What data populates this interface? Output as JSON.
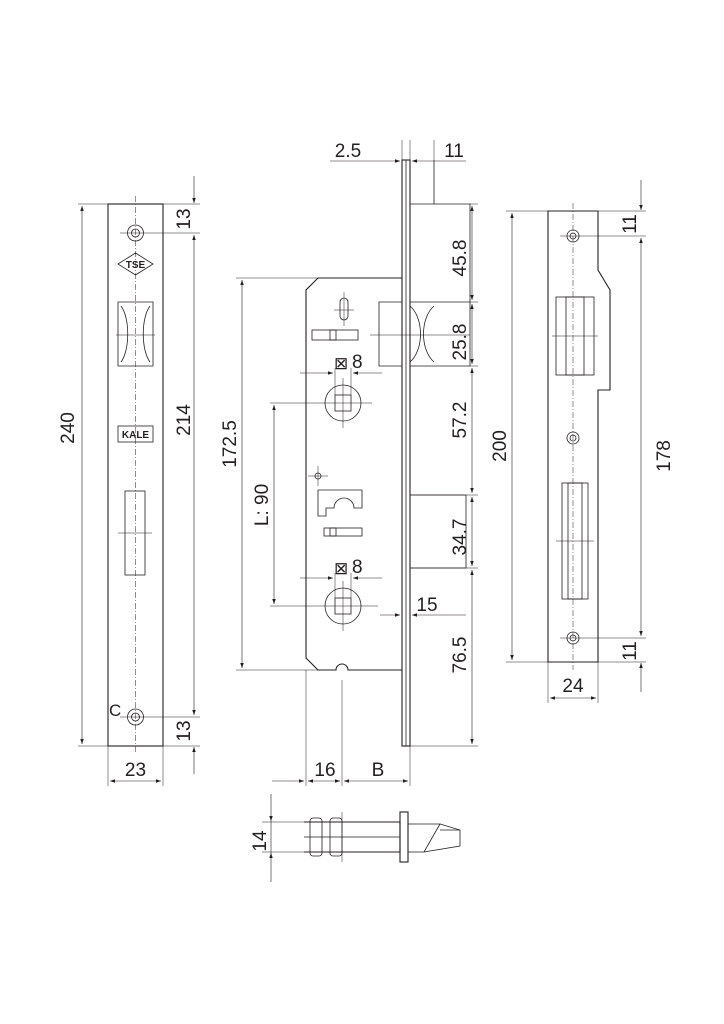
{
  "faceplate_left": {
    "overall_height": "240",
    "screw_pitch": "214",
    "top_offset": "13",
    "bottom_offset": "13",
    "width": "23",
    "brand_logo": "KALE",
    "cert_logo": "TSE",
    "corner_label": "C"
  },
  "lock_body": {
    "top_margin": "2.5",
    "forend_thickness": "11",
    "top_to_latch": "45.8",
    "latch_height": "25.8",
    "latch_to_handle": "57.2",
    "deadbolt_to_cylinder": "34.7",
    "cylinder_to_bottom": "76.5",
    "body_height": "172.5",
    "center_distance": "L: 90",
    "spindle_top": "8",
    "spindle_bottom": "8",
    "square_symbol": "⊠",
    "bolt_throw": "15",
    "body_offset": "16",
    "backset": "B"
  },
  "strike_plate": {
    "overall_height": "200",
    "screw_pitch": "178",
    "top_offset": "11",
    "bottom_offset": "11",
    "width": "24"
  },
  "section_view": {
    "thickness": "14"
  }
}
